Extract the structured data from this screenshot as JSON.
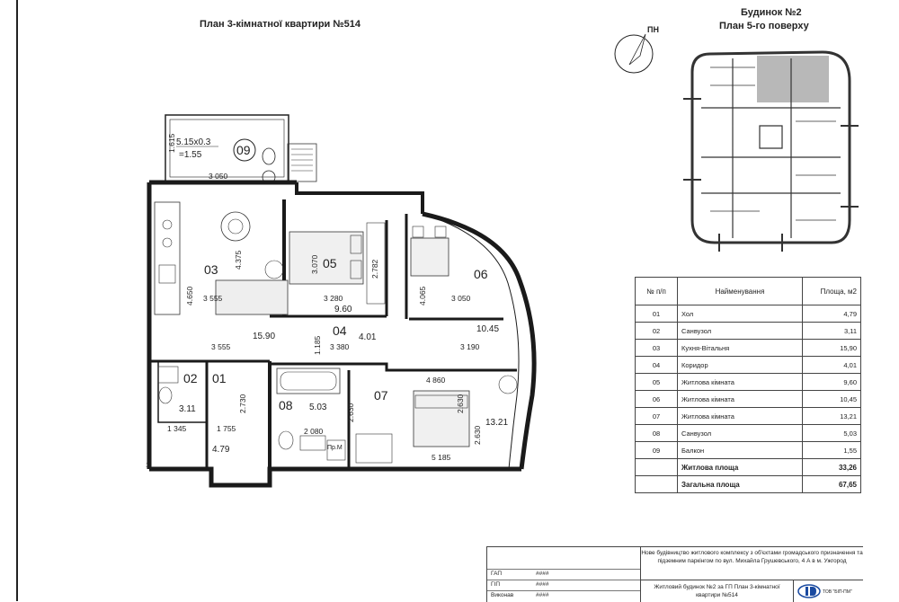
{
  "header": {
    "plan_title": "План 3-кімнатної квартири №514",
    "building": "Будинок №2",
    "floor": "План 5-го поверху",
    "north": "ПН"
  },
  "rooms": [
    {
      "num": "01",
      "area": "4.79"
    },
    {
      "num": "02",
      "area": "3.11"
    },
    {
      "num": "03",
      "area": "15.90"
    },
    {
      "num": "04",
      "area": "4.01"
    },
    {
      "num": "05",
      "area": "9.60"
    },
    {
      "num": "06",
      "area": "10.45"
    },
    {
      "num": "07",
      "area": "13.21"
    },
    {
      "num": "08",
      "area": "5.03"
    },
    {
      "num": "09",
      "area": "=1.55"
    }
  ],
  "balcony_size": "5.15x0.3",
  "dims": {
    "d1": "3 050",
    "d2": "1.615",
    "d3": "4.650",
    "d4": "3 555",
    "d5": "3 555",
    "d6": "3 280",
    "d7": "3.070",
    "d8": "2.782",
    "d9": "4.065",
    "d10": "3 050",
    "d11": "3 380",
    "d12": "1.185",
    "d13": "3 190",
    "d14": "4 860",
    "d15": "5 185",
    "d16": "2.630",
    "d17": "2.630",
    "d18": "2.630",
    "d19": "2.730",
    "d20": "1 755",
    "d21": "1 345",
    "d22": "2 080",
    "d23": "4.375",
    "d24": "Пр.М"
  },
  "legend": {
    "head_num": "№ п/п",
    "head_name": "Найменування",
    "head_area": "Площа, м2",
    "rows": [
      {
        "n": "01",
        "name": "Хол",
        "a": "4,79"
      },
      {
        "n": "02",
        "name": "Санвузол",
        "a": "3,11"
      },
      {
        "n": "03",
        "name": "Кухня-Вітальня",
        "a": "15,90"
      },
      {
        "n": "04",
        "name": "Коридор",
        "a": "4,01"
      },
      {
        "n": "05",
        "name": "Житлова кімната",
        "a": "9,60"
      },
      {
        "n": "06",
        "name": "Житлова кімната",
        "a": "10,45"
      },
      {
        "n": "07",
        "name": "Житлова кімната",
        "a": "13,21"
      },
      {
        "n": "08",
        "name": "Санвузол",
        "a": "5,03"
      },
      {
        "n": "09",
        "name": "Балкон",
        "a": "1,55"
      }
    ],
    "living_label": "Житлова площа",
    "living_value": "33,26",
    "total_label": "Загальна площа",
    "total_value": "67,65"
  },
  "stamp": {
    "r1": "ГАП",
    "r1v": "####",
    "r2": "ГІП",
    "r2v": "####",
    "r3": "Виконав",
    "r3v": "####",
    "project": "Нове будівництво житлового комплексу з об'єктами громадського призначення та підземним паркінгом по вул. Михайла Грушевського, 4 А в м. Ужгород",
    "sheet": "Житловий будинок №2 за ГП План 3-кімнатної квартири №514",
    "company": "ТОВ \"БІП-ПМ\""
  },
  "edge_mark": "1"
}
